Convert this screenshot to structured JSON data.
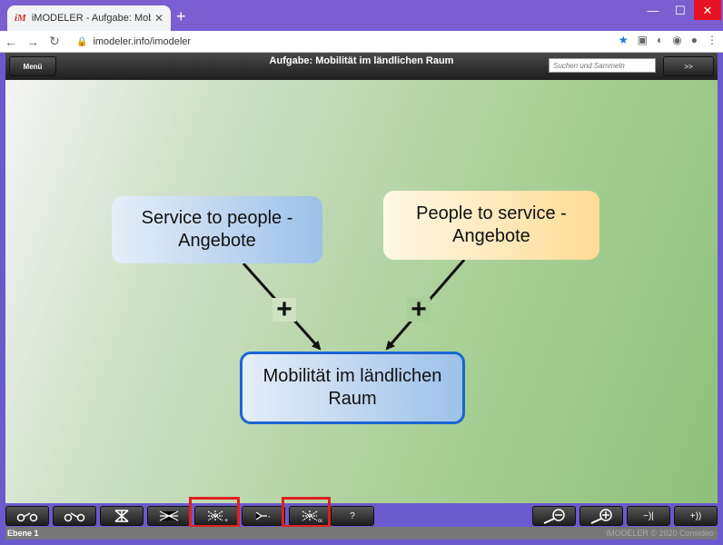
{
  "browser": {
    "tab_title": "iMODELER - Aufgabe: Mobilität i",
    "tab_favicon": "iM",
    "url": "imodeler.info/imodeler"
  },
  "header": {
    "menu_label": "Menü",
    "title": "Aufgabe: Mobilität im ländlichen Raum",
    "search_placeholder": "Suchen und Sammeln",
    "more_label": ">>"
  },
  "nodes": {
    "left": "Service to people -\nAngebote",
    "right": "People to service -\nAngebote",
    "center": "Mobilität im ländlichen\nRaum"
  },
  "links": {
    "left_sign": "+",
    "right_sign": "+"
  },
  "toolbar": {
    "help_label": "?",
    "zoom_back_label": "−)|",
    "zoom_fwd_label": "+))"
  },
  "status": {
    "level": "Ebene 1",
    "copyright": "iMODELER © 2020 Consideo"
  },
  "colors": {
    "highlight": "#e02020",
    "center_border": "#1a66d4"
  }
}
